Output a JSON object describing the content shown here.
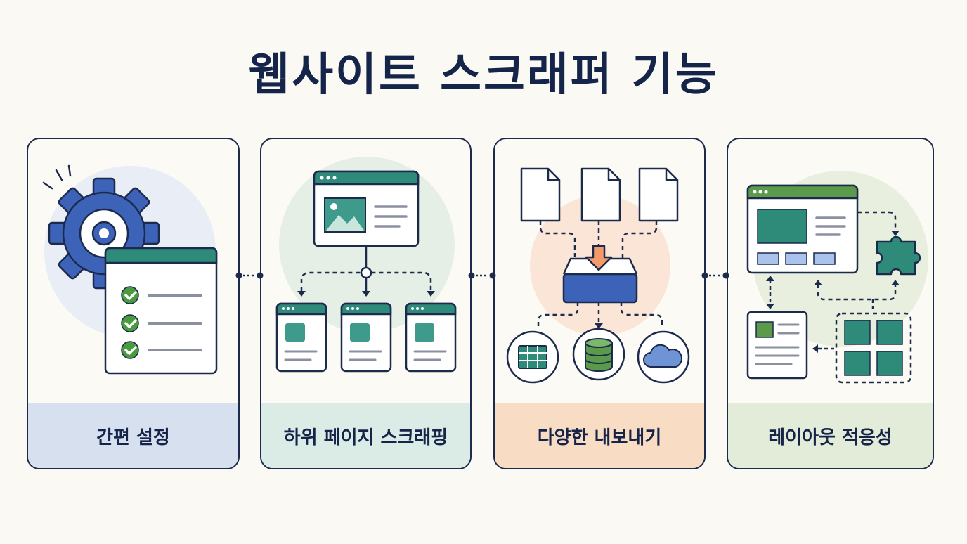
{
  "title": "웹사이트 스크래퍼 기능",
  "features": [
    {
      "label": "간편 설정",
      "icon": "gear-checklist-icon",
      "color": "#d6e0ef"
    },
    {
      "label": "하위 페이지 스크래핑",
      "icon": "page-tree-icon",
      "color": "#dbece6"
    },
    {
      "label": "다양한 내보내기",
      "icon": "export-tray-icon",
      "color": "#f9dcc4"
    },
    {
      "label": "레이아웃 적응성",
      "icon": "adaptive-layout-icon",
      "color": "#e3ecd8"
    }
  ],
  "colors": {
    "navy": "#1c2a4c",
    "blue": "#3d63b8",
    "teal": "#2e8b7a",
    "green": "#5a9a4a",
    "orange": "#f39a6b"
  }
}
